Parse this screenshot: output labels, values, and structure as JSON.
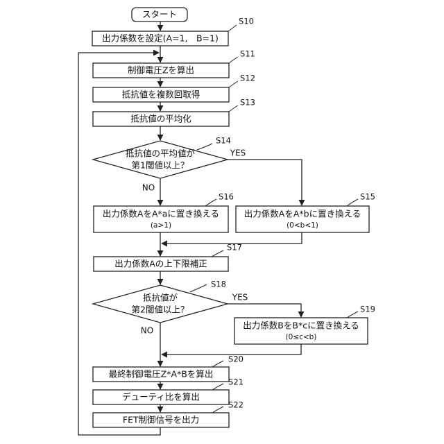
{
  "start": {
    "label": "スタート"
  },
  "steps": {
    "s10": {
      "label": "S10",
      "text": "出力係数を設定(A=1,　B=1)"
    },
    "s11": {
      "label": "S11",
      "text": "制御電圧Zを算出"
    },
    "s12": {
      "label": "S12",
      "text": "抵抗値を複数回取得"
    },
    "s13": {
      "label": "S13",
      "text": "抵抗値の平均化"
    },
    "s14": {
      "label": "S14",
      "line1": "抵抗値の平均値が",
      "line2": "第1閾値以上？"
    },
    "s15": {
      "label": "S15",
      "line1": "出力係数AをA*bに置き換える",
      "line2": "(0<b<1)"
    },
    "s16": {
      "label": "S16",
      "line1": "出力係数AをA*aに置き換える",
      "line2": "(a>1)"
    },
    "s17": {
      "label": "S17",
      "text": "出力係数Aの上下限補正"
    },
    "s18": {
      "label": "S18",
      "line1": "抵抗値が",
      "line2": "第2閾値以上？"
    },
    "s19": {
      "label": "S19",
      "line1": "出力係数BをB*cに置き換える",
      "line2": "(0≤c<b)"
    },
    "s20": {
      "label": "S20",
      "text": "最終制御電圧Z*A*Bを算出"
    },
    "s21": {
      "label": "S21",
      "text": "デューティ比を算出"
    },
    "s22": {
      "label": "S22",
      "text": "FET制御信号を出力"
    }
  },
  "branches": {
    "yes": "YES",
    "no": "NO"
  }
}
